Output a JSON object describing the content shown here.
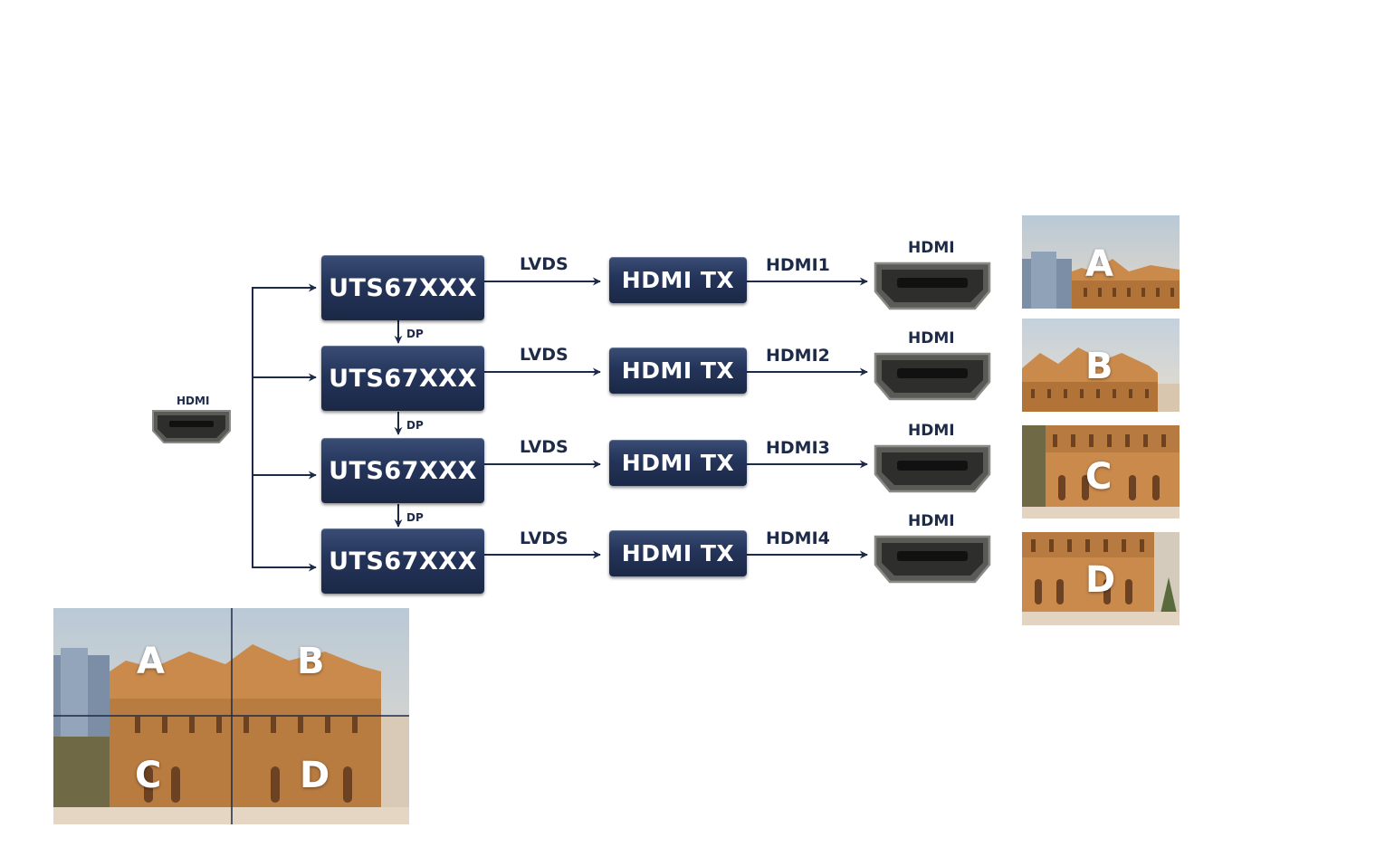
{
  "input": {
    "port_label": "HDMI"
  },
  "rows": [
    {
      "chip": "UTS67XXX",
      "link": "LVDS",
      "tx": "HDMI TX",
      "hdmi_out": "HDMI1",
      "port_label": "HDMI",
      "letter": "A"
    },
    {
      "chip": "UTS67XXX",
      "link": "LVDS",
      "tx": "HDMI TX",
      "hdmi_out": "HDMI2",
      "port_label": "HDMI",
      "letter": "B"
    },
    {
      "chip": "UTS67XXX",
      "link": "LVDS",
      "tx": "HDMI TX",
      "hdmi_out": "HDMI3",
      "port_label": "HDMI",
      "letter": "C"
    },
    {
      "chip": "UTS67XXX",
      "link": "LVDS",
      "tx": "HDMI TX",
      "hdmi_out": "HDMI4",
      "port_label": "HDMI",
      "letter": "D"
    }
  ],
  "dp_links": [
    "DP",
    "DP",
    "DP"
  ],
  "source_image": {
    "quadrants": [
      "A",
      "B",
      "C",
      "D"
    ]
  },
  "colors": {
    "arrow": "#1d2a48",
    "box": "#24345a",
    "port_shell": "#4a4a48",
    "sky": "#c8d4dd",
    "building": "#c98a4c"
  }
}
